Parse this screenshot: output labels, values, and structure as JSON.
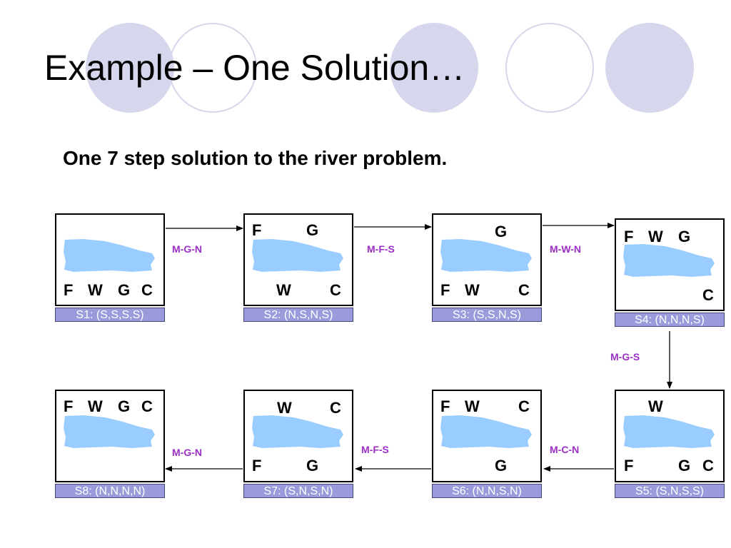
{
  "title": "Example – One Solution…",
  "subtitle": "One 7 step solution to the river problem.",
  "accent_colors": {
    "label_bar": "#9b9bdc",
    "river": "#99ccff",
    "move_label": "#9b2fc6",
    "decor_circle": "#d6d6ec"
  },
  "states": [
    {
      "id": "s1",
      "label": "S1: (S,S,S,S)",
      "top": [],
      "bottom": [
        "F",
        "W",
        "G",
        "C"
      ]
    },
    {
      "id": "s2",
      "label": "S2: (N,S,N,S)",
      "top": [
        "F",
        "G"
      ],
      "bottom": [
        "W",
        "C"
      ]
    },
    {
      "id": "s3",
      "label": "S3: (S,S,N,S)",
      "top": [
        "G"
      ],
      "bottom": [
        "F",
        "W",
        "C"
      ]
    },
    {
      "id": "s4",
      "label": "S4: (N,N,N,S)",
      "top": [
        "F",
        "W",
        "G"
      ],
      "bottom": [
        "C"
      ]
    },
    {
      "id": "s5",
      "label": "S5: (S,N,S,S)",
      "top": [
        "W"
      ],
      "bottom": [
        "F",
        "G",
        "C"
      ]
    },
    {
      "id": "s6",
      "label": "S6: (N,N,S,N)",
      "top": [
        "F",
        "W",
        "C"
      ],
      "bottom": [
        "G"
      ]
    },
    {
      "id": "s7",
      "label": "S7: (S,N,S,N)",
      "top": [
        "W",
        "C"
      ],
      "bottom": [
        "F",
        "G"
      ]
    },
    {
      "id": "s8",
      "label": "S8: (N,N,N,N)",
      "top": [
        "F",
        "W",
        "G",
        "C"
      ],
      "bottom": []
    }
  ],
  "moves": [
    "M-G-N",
    "M-F-S",
    "M-W-N",
    "M-G-S",
    "M-C-N",
    "M-F-S",
    "M-G-N"
  ]
}
